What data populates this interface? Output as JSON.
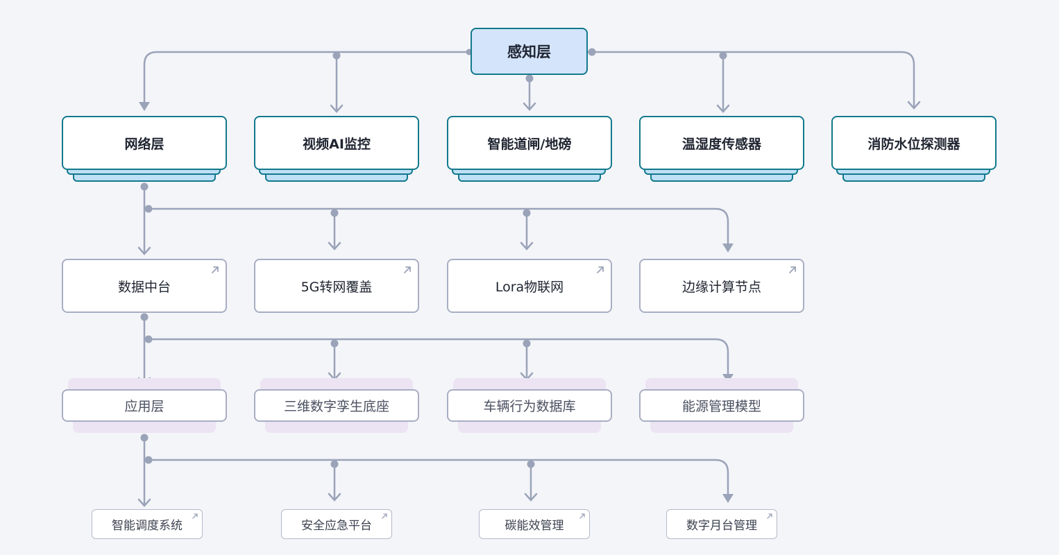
{
  "diagram": {
    "root": {
      "label": "感知层"
    },
    "level1": [
      {
        "label": "网络层",
        "icon": "stack-layers"
      },
      {
        "label": "视频AI监控",
        "icon": "stack-layers"
      },
      {
        "label": "智能道闸/地磅",
        "icon": "stack-layers"
      },
      {
        "label": "温湿度传感器",
        "icon": "stack-layers"
      },
      {
        "label": "消防水位探测器",
        "icon": "stack-layers"
      }
    ],
    "level2": [
      {
        "label": "数据中台",
        "icon": "external-link-icon"
      },
      {
        "label": "5G转网覆盖",
        "icon": "external-link-icon"
      },
      {
        "label": "Lora物联网",
        "icon": "external-link-icon"
      },
      {
        "label": "边缘计算节点",
        "icon": "external-link-icon"
      }
    ],
    "level3": [
      {
        "label": "应用层"
      },
      {
        "label": "三维数字孪生底座"
      },
      {
        "label": "车辆行为数据库"
      },
      {
        "label": "能源管理模型"
      }
    ],
    "level4": [
      {
        "label": "智能调度系统",
        "icon": "external-link-icon"
      },
      {
        "label": "安全应急平台",
        "icon": "external-link-icon"
      },
      {
        "label": "碳能效管理",
        "icon": "external-link-icon"
      },
      {
        "label": "数字月台管理",
        "icon": "external-link-icon"
      }
    ],
    "colors": {
      "background": "#f4f5f9",
      "teal_border": "#12798c",
      "root_fill": "#d3e4fb",
      "stack_fill": "#bfe0f6",
      "connector": "#9aa3b8",
      "grey_border": "#a8aec2",
      "lavender_stack": "#ece3f3"
    }
  }
}
